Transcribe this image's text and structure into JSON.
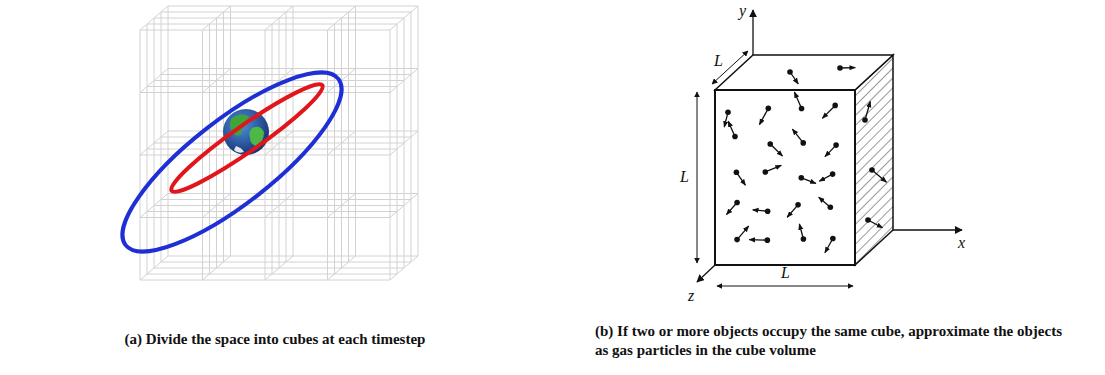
{
  "diagram": {
    "labels": [
      "L",
      "L",
      "L",
      "y",
      "x",
      "z",
      "(a) Divide the space into cubes at each timestep",
      "(b) If two or more objects occupy the same cube, approximate the objects as gas particles in the cube volume"
    ]
  }
}
